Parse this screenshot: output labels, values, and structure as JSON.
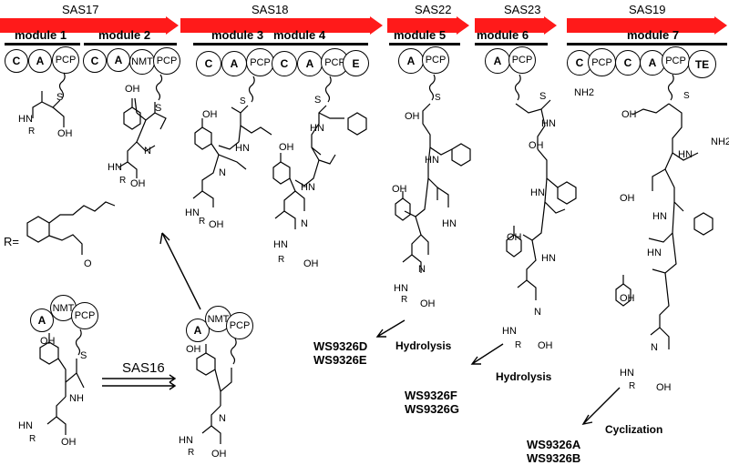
{
  "genes": [
    "SAS17",
    "SAS18",
    "SAS22",
    "SAS23",
    "SAS19"
  ],
  "modules": [
    "module 1",
    "module 2",
    "module 3",
    "module 4",
    "module 5",
    "module 6",
    "module 7"
  ],
  "domains": {
    "m1": [
      "C",
      "A",
      "PCP"
    ],
    "m2": [
      "C",
      "A",
      "NMT",
      "PCP"
    ],
    "m3": [
      "C",
      "A",
      "PCP"
    ],
    "m4": [
      "C",
      "A",
      "PCP",
      "E"
    ],
    "m5": [
      "A",
      "PCP"
    ],
    "m6": [
      "A",
      "PCP"
    ],
    "m7": [
      "C",
      "PCP",
      "C",
      "A",
      "PCP",
      "TE"
    ],
    "lower_left": [
      "A",
      "NMT",
      "PCP"
    ],
    "lower_mid": [
      "A",
      "NMT",
      "PCP"
    ]
  },
  "atoms": {
    "S": "S",
    "OH": "OH",
    "HN": "HN",
    "NH": "NH",
    "N": "N",
    "R": "R",
    "O": "O",
    "NH2": "NH2"
  },
  "r_group_label": "R=",
  "sas16_label": "SAS16",
  "steps": {
    "hydrolysis_1": "Hydrolysis",
    "hydrolysis_2": "Hydrolysis",
    "cyclization": "Cyclization"
  },
  "products": {
    "p1": [
      "WS9326D",
      "WS9326E"
    ],
    "p2": [
      "WS9326F",
      "WS9326G"
    ],
    "p3": [
      "WS9326A",
      "WS9326B"
    ]
  }
}
